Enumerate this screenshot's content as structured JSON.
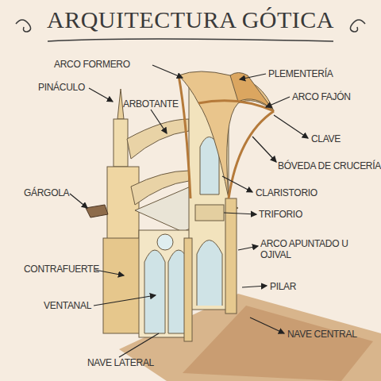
{
  "diagram": {
    "title": "ARQUITECTURA GÓTICA",
    "labels": [
      "ARCO FORMERO",
      "PINÁCULO",
      "ARBOTANTE",
      "PLEMENTERÍA",
      "ARCO FAJÓN",
      "CLAVE",
      "BÓVEDA DE CRUCERÍA",
      "GÁRGOLA",
      "CLARISTORIO",
      "TRIFORIO",
      "ARCO APUNTADO U OJIVAL",
      "CONTRAFUERTE",
      "VENTANAL",
      "PILAR",
      "NAVE CENTRAL",
      "NAVE LATERAL"
    ]
  }
}
